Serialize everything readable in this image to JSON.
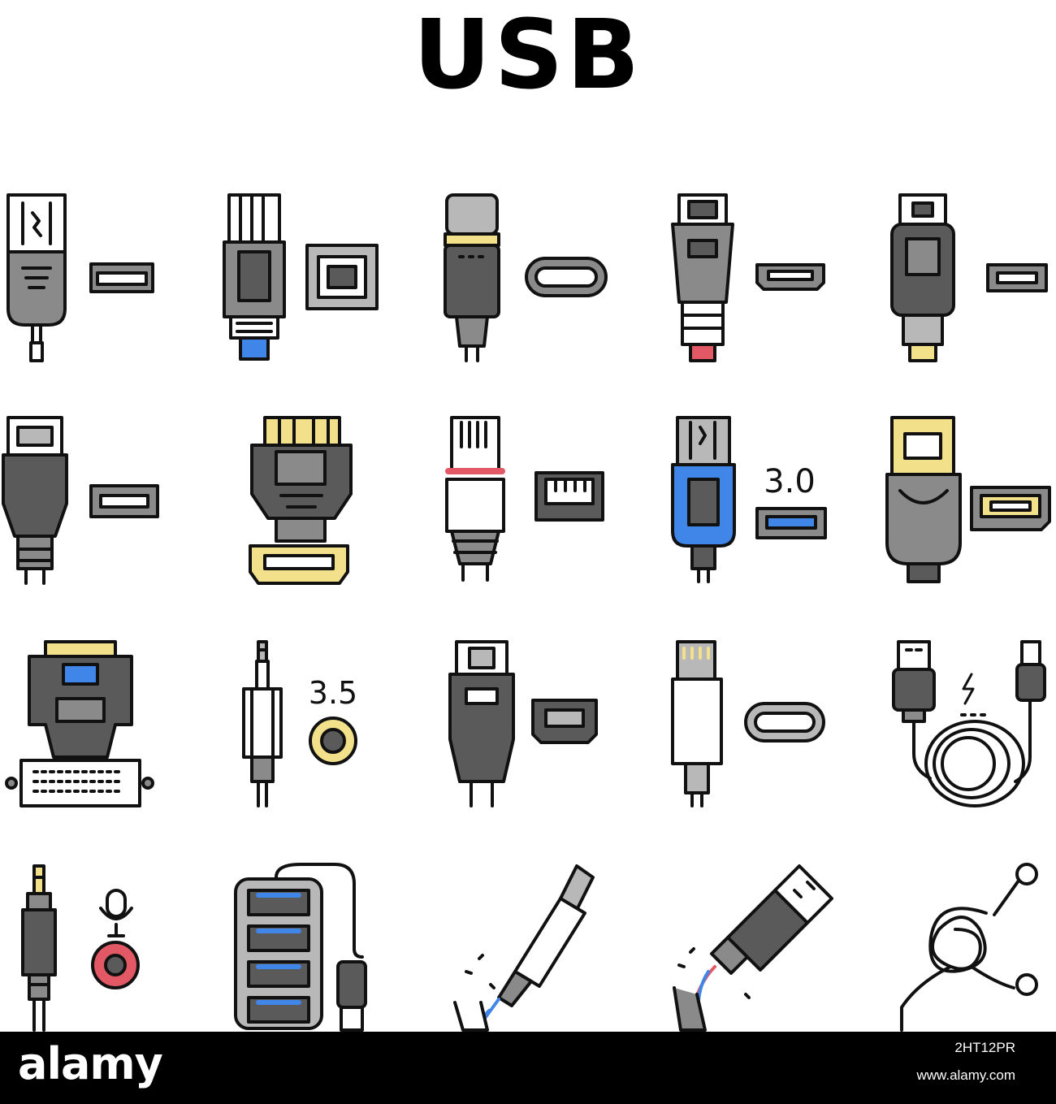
{
  "title": "USB",
  "labels": {
    "usb30": "3.0",
    "jack35": "3.5"
  },
  "footer": {
    "brand": "alamy",
    "image_code": "2HT12PR",
    "site": "www.alamy.com"
  },
  "colors": {
    "outline": "#111111",
    "dark": "#5a5a5a",
    "mid": "#8a8a8a",
    "light": "#b8b8b8",
    "yellow": "#f3e08a",
    "blue": "#3f86e8",
    "red": "#e35865"
  },
  "icons": [
    "usb-a-connector-icon",
    "usb-b-connector-icon",
    "usb-c-connector-icon",
    "mini-hdmi-connector-icon",
    "mini-usb-connector-icon",
    "hdmi-connector-icon",
    "usb-micro-b-3-0-connector-icon",
    "rj45-ethernet-connector-icon",
    "usb-3-0-connector-icon",
    "displayport-connector-icon",
    "vga-dvi-adapter-icon",
    "audio-jack-3-5-icon",
    "mini-displayport-connector-icon",
    "lightning-connector-icon",
    "charging-cable-icon",
    "microphone-jack-icon",
    "usb-hub-icon",
    "broken-lightning-cable-icon",
    "broken-usb-cable-icon",
    "tangled-earphones-icon"
  ]
}
